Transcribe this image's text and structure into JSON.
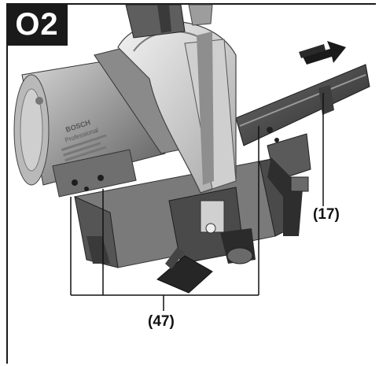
{
  "figure": {
    "tag": "O2",
    "callouts": [
      {
        "id": "17",
        "label": "(17)"
      },
      {
        "id": "47",
        "label": "(47)"
      }
    ],
    "device_text": {
      "brand": "BOSCH",
      "line": "Professional"
    }
  }
}
